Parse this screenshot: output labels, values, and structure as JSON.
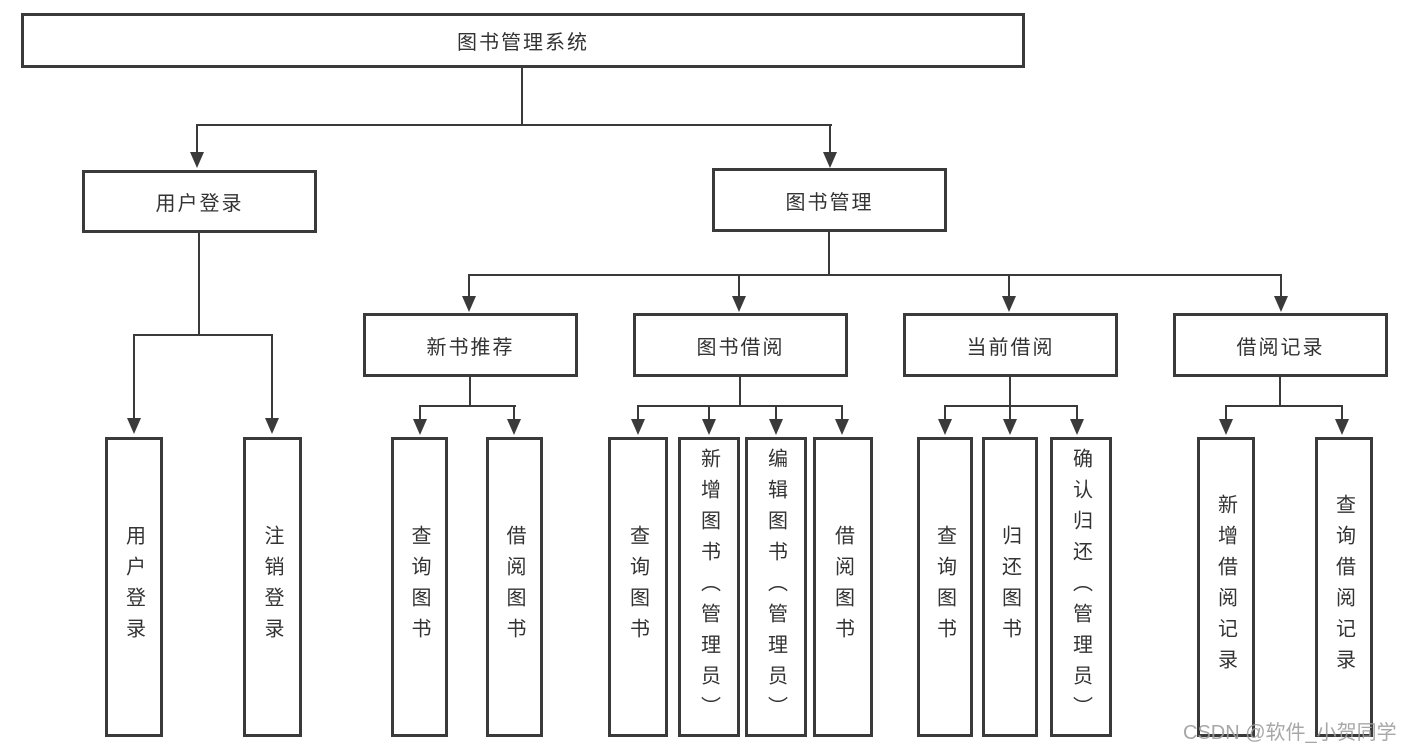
{
  "root": {
    "label": "图书管理系统"
  },
  "branches": {
    "user_login": {
      "label": "用户登录",
      "children": {
        "login": "用户登录",
        "logout": "注销登录"
      }
    },
    "book_mgmt": {
      "label": "图书管理",
      "children": {
        "new_book": {
          "label": "新书推荐",
          "children": {
            "query": "查询图书",
            "borrow": "借阅图书"
          }
        },
        "borrow": {
          "label": "图书借阅",
          "children": {
            "query": "查询图书",
            "add": "新增图书（管理员）",
            "edit": "编辑图书（管理员）",
            "borrow": "借阅图书"
          }
        },
        "current": {
          "label": "当前借阅",
          "children": {
            "query": "查询图书",
            "return": "归还图书",
            "confirm": "确认归还（管理员）"
          }
        },
        "records": {
          "label": "借阅记录",
          "children": {
            "add": "新增借阅记录",
            "query": "查询借阅记录"
          }
        }
      }
    }
  },
  "watermark": "CSDN @软件_小贺同学",
  "colors": {
    "line": "#3a3a3a",
    "text": "#333333",
    "watermark": "#9e9e9e",
    "background": "#ffffff"
  }
}
